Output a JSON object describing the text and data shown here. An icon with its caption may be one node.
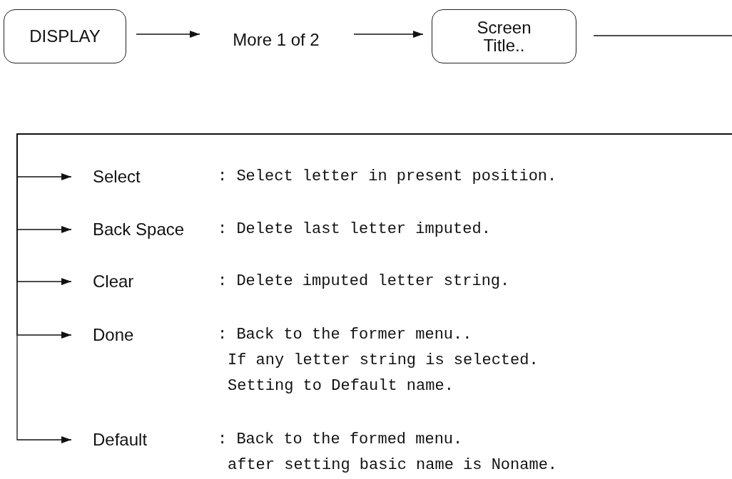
{
  "diagram": {
    "nodes": [
      {
        "text": [
          "DISPLAY"
        ]
      },
      {
        "text": [
          "More 1 of 2"
        ]
      },
      {
        "text": [
          "Screen Title.."
        ]
      },
      {
        "text": [
          "Select",
          ": Select letter in present position."
        ]
      },
      {
        "text": [
          "Back Space",
          ": Delete last letter imputed."
        ]
      },
      {
        "text": [
          "Clear",
          ": Delete imputed letter string."
        ]
      },
      {
        "text": [
          "Done",
          ": Back to the former menu..",
          "If any letter string is selected.",
          "Setting to Default name."
        ]
      },
      {
        "text": [
          "Default",
          ": Back to the formed menu.",
          "after setting basic name is Noname."
        ]
      }
    ],
    "edges": [
      {
        "from": 0,
        "to": 1,
        "arrow": "to"
      },
      {
        "from": 1,
        "to": 2,
        "arrow": "to"
      },
      {
        "from": 2,
        "to": null,
        "arrow": "none"
      },
      {
        "from": null,
        "to": 3,
        "arrow": "to"
      },
      {
        "from": null,
        "to": 4,
        "arrow": "to"
      },
      {
        "from": null,
        "to": 5,
        "arrow": "to"
      },
      {
        "from": null,
        "to": 6,
        "arrow": "to"
      },
      {
        "from": null,
        "to": 7,
        "arrow": "to"
      }
    ]
  }
}
